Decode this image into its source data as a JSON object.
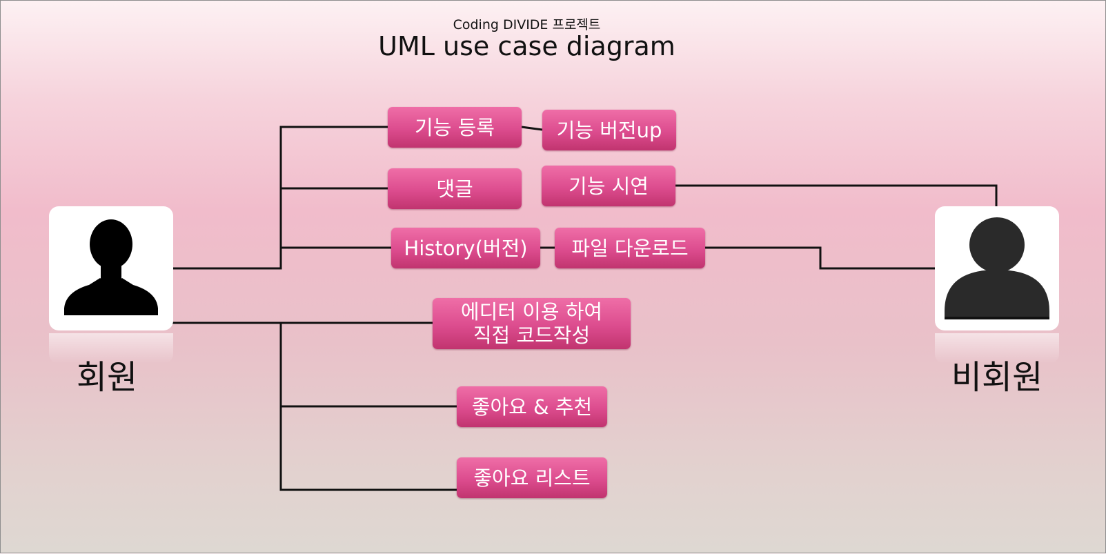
{
  "header": {
    "subtitle": "Coding DIVIDE 프로젝트",
    "title": "UML use case diagram"
  },
  "actors": {
    "member": "회원",
    "guest": "비회원"
  },
  "use_cases": {
    "register": "기능 등록",
    "version_up": "기능 버전up",
    "comment": "댓글",
    "demo": "기능 시연",
    "history": "History(버전)",
    "download": "파일 다운로드",
    "editor": "에디터 이용 하여\n직접 코드작성",
    "like_recommend": "좋아요 & 추천",
    "like_list": "좋아요 리스트"
  },
  "colors": {
    "use_case_fill": "#dc4c8e",
    "line": "#111111"
  }
}
